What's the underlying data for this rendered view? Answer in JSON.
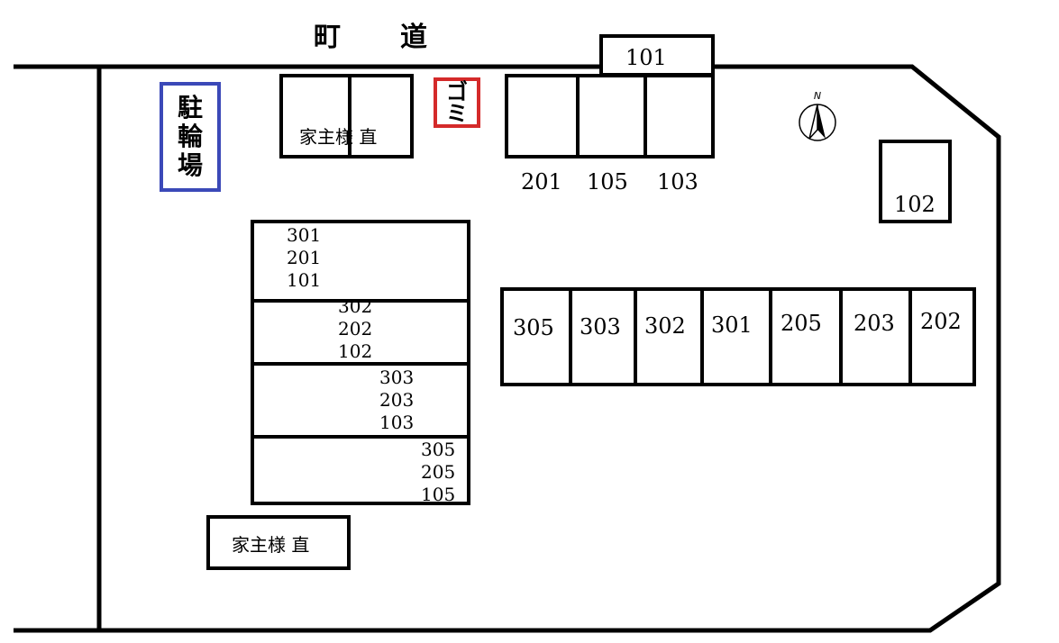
{
  "road_label": "町　　道",
  "bike_parking": [
    "駐",
    "輪",
    "場"
  ],
  "trash_label": [
    "ゴ",
    "ミ"
  ],
  "owner_direct": "家主様 直",
  "top_row_units": [
    "201",
    "105",
    "103"
  ],
  "unit_101_top": "101",
  "unit_102": "102",
  "parking_blocks": [
    [
      "301",
      "201",
      "101"
    ],
    [
      "302",
      "202",
      "102"
    ],
    [
      "303",
      "203",
      "103"
    ],
    [
      "305",
      "205",
      "105"
    ]
  ],
  "right_row_units": [
    "305",
    "303",
    "302",
    "301",
    "205",
    "203",
    "202"
  ],
  "compass_label": "N",
  "colors": {
    "bike_border": "#3b49b8",
    "trash_border": "#d42a2a"
  }
}
